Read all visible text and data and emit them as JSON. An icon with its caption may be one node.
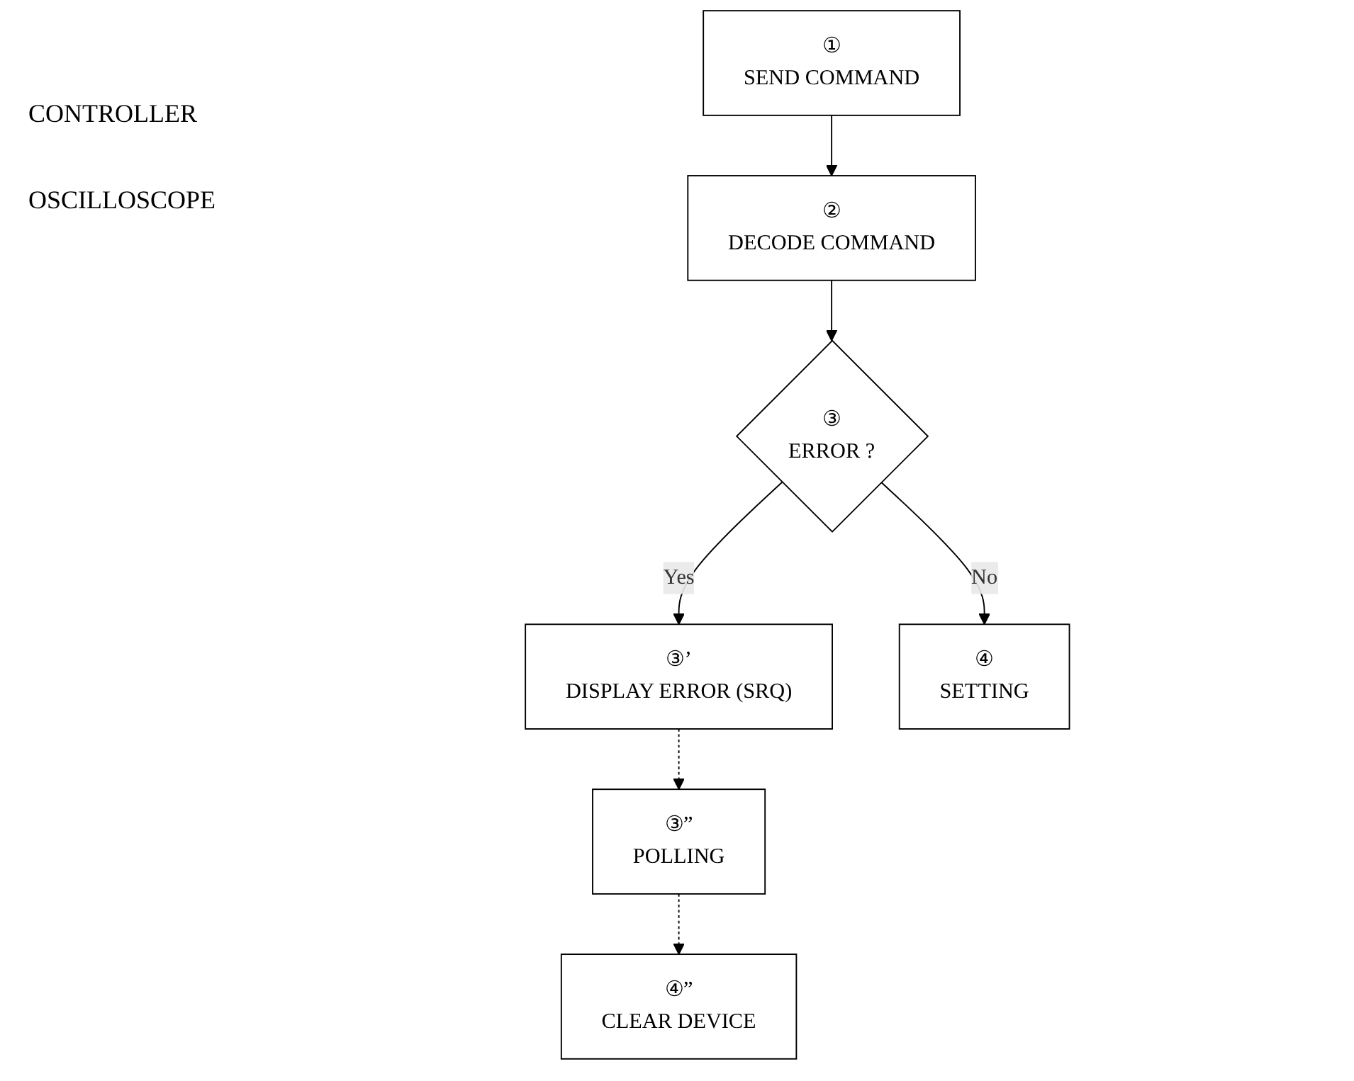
{
  "diagram": {
    "nodes": [
      {
        "text": [
          "①",
          "SEND COMMAND"
        ]
      },
      {
        "text": [
          "③”",
          "POLLING"
        ]
      },
      {
        "text": [
          "④”",
          "CLEAR DEVICE"
        ]
      },
      {
        "text": [
          "②",
          "DECODE COMMAND"
        ]
      },
      {
        "text": [
          "③",
          "ERROR ?"
        ]
      },
      {
        "text": [
          "③’",
          "DISPLAY ERROR (SRQ)"
        ]
      },
      {
        "text": [
          "④",
          "SETTING"
        ]
      }
    ],
    "edges": [
      {
        "from": 0,
        "to": 3,
        "arrow": "to"
      },
      {
        "from": 3,
        "to": 4,
        "arrow": "to"
      },
      {
        "from": 4,
        "to": 5,
        "arrow": "to",
        "label": "Yes"
      },
      {
        "from": 4,
        "to": 6,
        "arrow": "to",
        "label": "No"
      },
      {
        "from": 5,
        "to": 1,
        "arrow": "to",
        "style": "dashed"
      },
      {
        "from": 1,
        "to": 2,
        "arrow": "to",
        "style": "dashed"
      }
    ],
    "labels": [
      "CONTROLLER",
      "OSCILLOSCOPE"
    ]
  }
}
